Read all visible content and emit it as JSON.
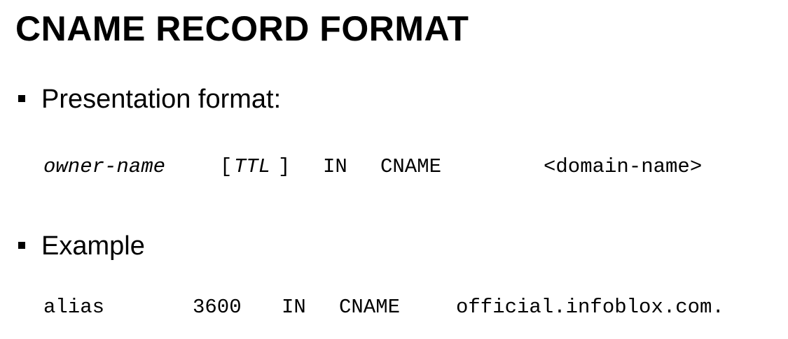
{
  "slide": {
    "title": "CNAME RECORD FORMAT",
    "bullets": [
      {
        "label": "Presentation format:",
        "code": {
          "owner_name": "owner-name",
          "bracket_open": "[",
          "ttl": "TTL",
          "bracket_close": "]",
          "class": "IN",
          "type": "CNAME",
          "rdata": "<domain-name>"
        }
      },
      {
        "label": "Example",
        "code": {
          "name": "alias",
          "ttl": "3600",
          "class": "IN",
          "type": "CNAME",
          "rdata": "official.infoblox.com."
        }
      }
    ]
  }
}
